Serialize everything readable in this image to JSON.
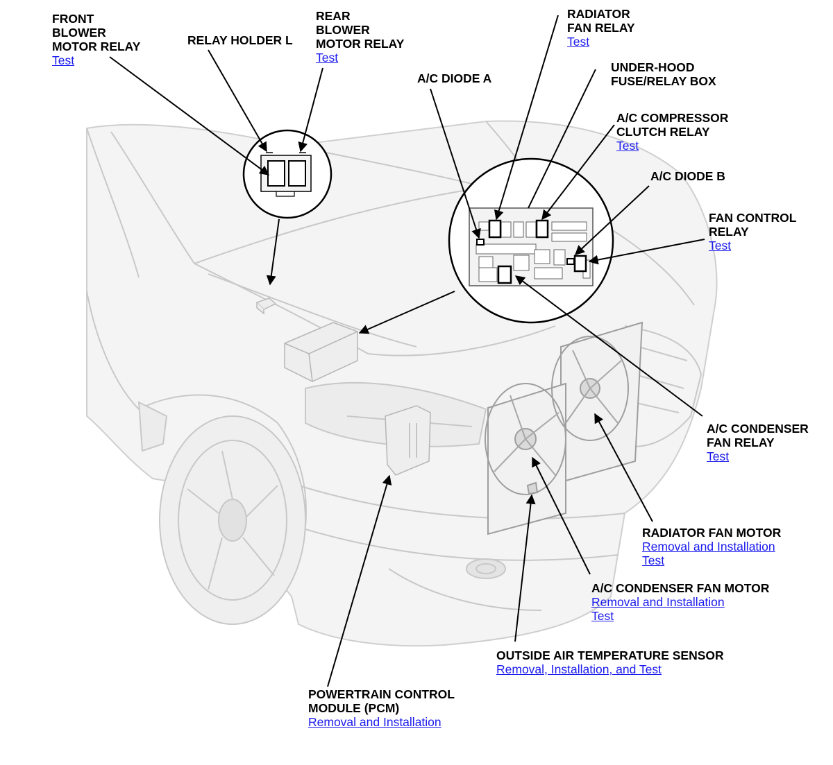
{
  "colors": {
    "link": "#1a1aee",
    "text": "#000000",
    "vehicle_line": "#c8c8c8",
    "vehicle_fill": "#f1f1f1",
    "leader": "#000000"
  },
  "labels": {
    "front_blower": {
      "title": "FRONT\nBLOWER\nMOTOR RELAY",
      "links": [
        "Test"
      ]
    },
    "relay_holder_l": {
      "title": "RELAY HOLDER L",
      "links": []
    },
    "rear_blower": {
      "title": "REAR\nBLOWER\nMOTOR RELAY",
      "links": [
        "Test"
      ]
    },
    "radiator_fan_relay": {
      "title": "RADIATOR\nFAN RELAY",
      "links": [
        "Test"
      ]
    },
    "ac_diode_a": {
      "title": "A/C DIODE A",
      "links": []
    },
    "under_hood_box": {
      "title": "UNDER-HOOD\nFUSE/RELAY BOX",
      "links": []
    },
    "ac_compressor_clutch_relay": {
      "title": "A/C COMPRESSOR\nCLUTCH RELAY",
      "links": [
        "Test"
      ]
    },
    "ac_diode_b": {
      "title": "A/C DIODE B",
      "links": []
    },
    "fan_control_relay": {
      "title": "FAN CONTROL\nRELAY",
      "links": [
        "Test"
      ]
    },
    "ac_condenser_fan_relay": {
      "title": "A/C CONDENSER\nFAN RELAY",
      "links": [
        "Test"
      ]
    },
    "radiator_fan_motor": {
      "title": "RADIATOR FAN MOTOR",
      "links": [
        "Removal and Installation",
        "Test"
      ]
    },
    "ac_condenser_fan_motor": {
      "title": "A/C CONDENSER FAN MOTOR",
      "links": [
        "Removal and Installation",
        "Test"
      ]
    },
    "outside_air_temp_sensor": {
      "title": "OUTSIDE AIR TEMPERATURE SENSOR",
      "links": [
        "Removal, Installation, and Test"
      ]
    },
    "pcm": {
      "title": "POWERTRAIN CONTROL\nMODULE (PCM)",
      "links": [
        "Removal and Installation"
      ]
    }
  }
}
